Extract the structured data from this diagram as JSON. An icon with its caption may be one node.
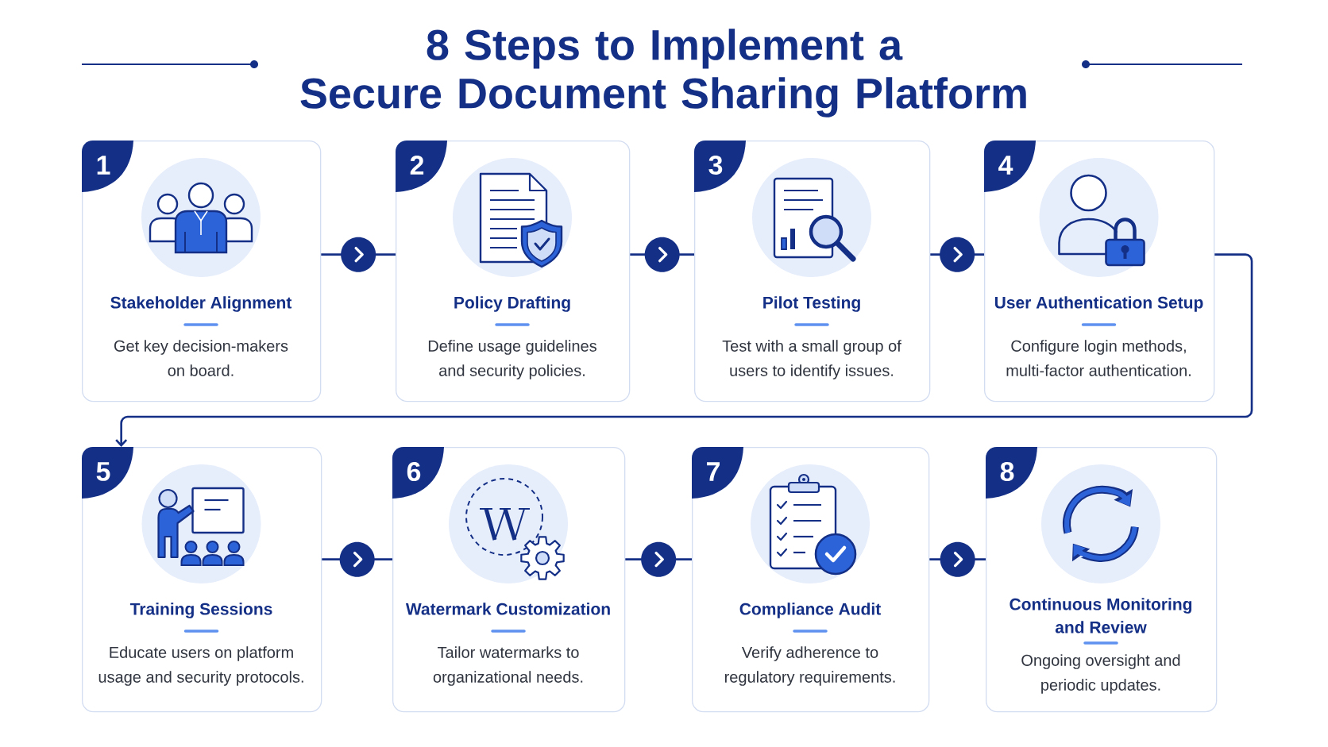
{
  "diagram": {
    "title": "8 Steps to Implement a Secure Document Sharing Platform",
    "nodes": [
      {
        "text": [
          "1",
          "Stakeholder Alignment",
          "Get key decision-makers on board."
        ]
      },
      {
        "text": [
          "2",
          "Policy Drafting",
          "Define usage guidelines and security policies."
        ]
      },
      {
        "text": [
          "3",
          "Pilot Testing",
          "Test with a small group of users to identify issues."
        ]
      },
      {
        "text": [
          "4",
          "User Authentication Setup",
          "Configure login methods, multi-factor authentication."
        ]
      },
      {
        "text": [
          "5",
          "Training Sessions",
          "Educate users on platform usage and security protocols."
        ]
      },
      {
        "text": [
          "6",
          "Watermark Customization",
          "Tailor watermarks to organizational needs."
        ]
      },
      {
        "text": [
          "7",
          "Compliance Audit",
          "Verify adherence to regulatory requirements."
        ]
      },
      {
        "text": [
          "8",
          "Continuous Monitoring and Review",
          "Ongoing oversight and periodic updates."
        ]
      }
    ],
    "edges": [
      {
        "from": 0,
        "to": 1,
        "arrow": "to"
      },
      {
        "from": 1,
        "to": 2,
        "arrow": "to"
      },
      {
        "from": 2,
        "to": 3,
        "arrow": "to"
      },
      {
        "from": 3,
        "to": 4,
        "arrow": "to"
      },
      {
        "from": 4,
        "to": 5,
        "arrow": "to"
      },
      {
        "from": 5,
        "to": 6,
        "arrow": "to"
      },
      {
        "from": 6,
        "to": 7,
        "arrow": "to"
      }
    ]
  }
}
